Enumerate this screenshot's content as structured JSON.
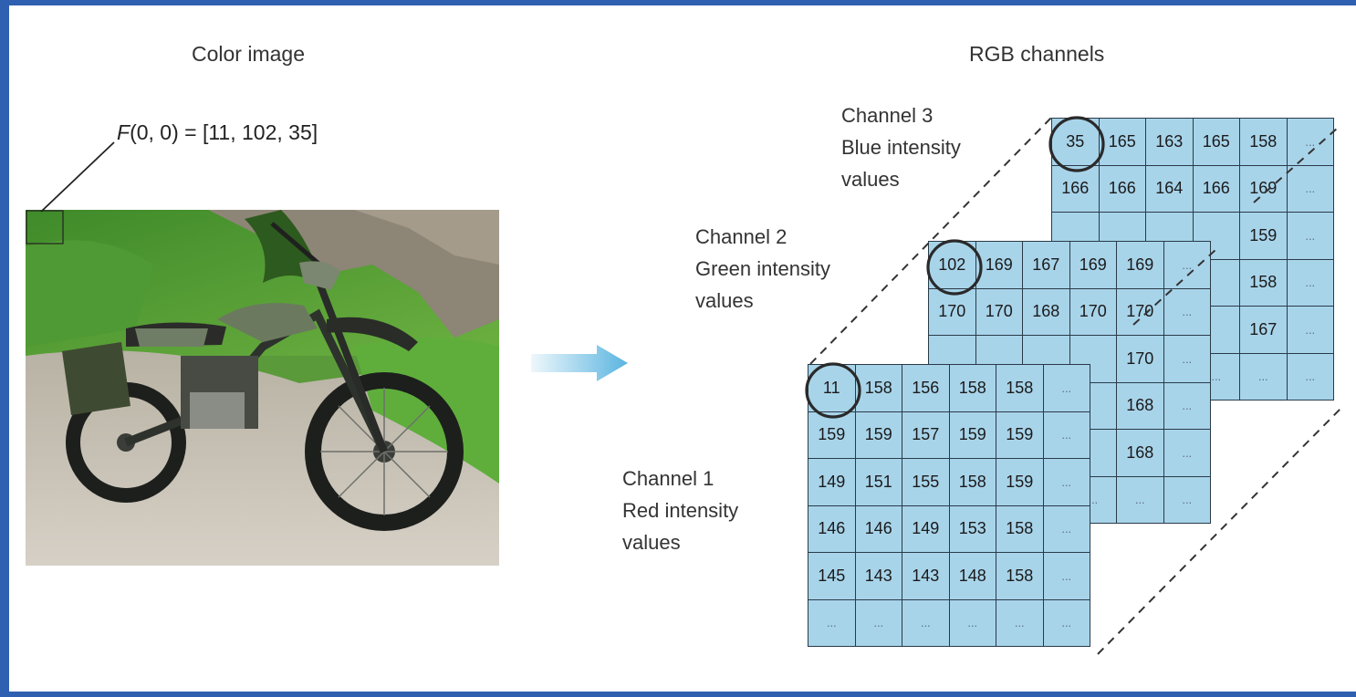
{
  "titles": {
    "color_image": "Color image",
    "rgb_channels": "RGB channels"
  },
  "formula": {
    "fn": "F",
    "rest": "(0, 0) = [11, 102, 35]"
  },
  "channels": [
    {
      "id": "blue",
      "label_lines": [
        "Channel 3",
        "Blue intensity",
        "values"
      ],
      "rows": [
        [
          "35",
          "165",
          "163",
          "165",
          "158",
          "..."
        ],
        [
          "166",
          "166",
          "164",
          "166",
          "169",
          "..."
        ],
        [
          "",
          "",
          "",
          "",
          "159",
          "..."
        ],
        [
          "",
          "",
          "",
          "",
          "158",
          "..."
        ],
        [
          "",
          "",
          "",
          "",
          "167",
          "..."
        ],
        [
          "...",
          "...",
          "...",
          "...",
          "...",
          "..."
        ]
      ]
    },
    {
      "id": "green",
      "label_lines": [
        "Channel 2",
        "Green intensity",
        "values"
      ],
      "rows": [
        [
          "102",
          "169",
          "167",
          "169",
          "169",
          "..."
        ],
        [
          "170",
          "170",
          "168",
          "170",
          "170",
          "..."
        ],
        [
          "",
          "",
          "",
          "",
          "170",
          "..."
        ],
        [
          "",
          "",
          "",
          "",
          "168",
          "..."
        ],
        [
          "",
          "",
          "",
          "",
          "168",
          "..."
        ],
        [
          "...",
          "...",
          "...",
          "...",
          "...",
          "..."
        ]
      ]
    },
    {
      "id": "red",
      "label_lines": [
        "Channel 1",
        "Red intensity",
        "values"
      ],
      "rows": [
        [
          "11",
          "158",
          "156",
          "158",
          "158",
          "..."
        ],
        [
          "159",
          "159",
          "157",
          "159",
          "159",
          "..."
        ],
        [
          "149",
          "151",
          "155",
          "158",
          "159",
          "..."
        ],
        [
          "146",
          "146",
          "149",
          "153",
          "158",
          "..."
        ],
        [
          "145",
          "143",
          "143",
          "148",
          "158",
          "..."
        ],
        [
          "...",
          "...",
          "...",
          "...",
          "...",
          "..."
        ]
      ]
    }
  ],
  "colors": {
    "frame": "#2f5fb0",
    "cell_fill": "#a8d4ea",
    "arrow": "#5ab4e0"
  }
}
